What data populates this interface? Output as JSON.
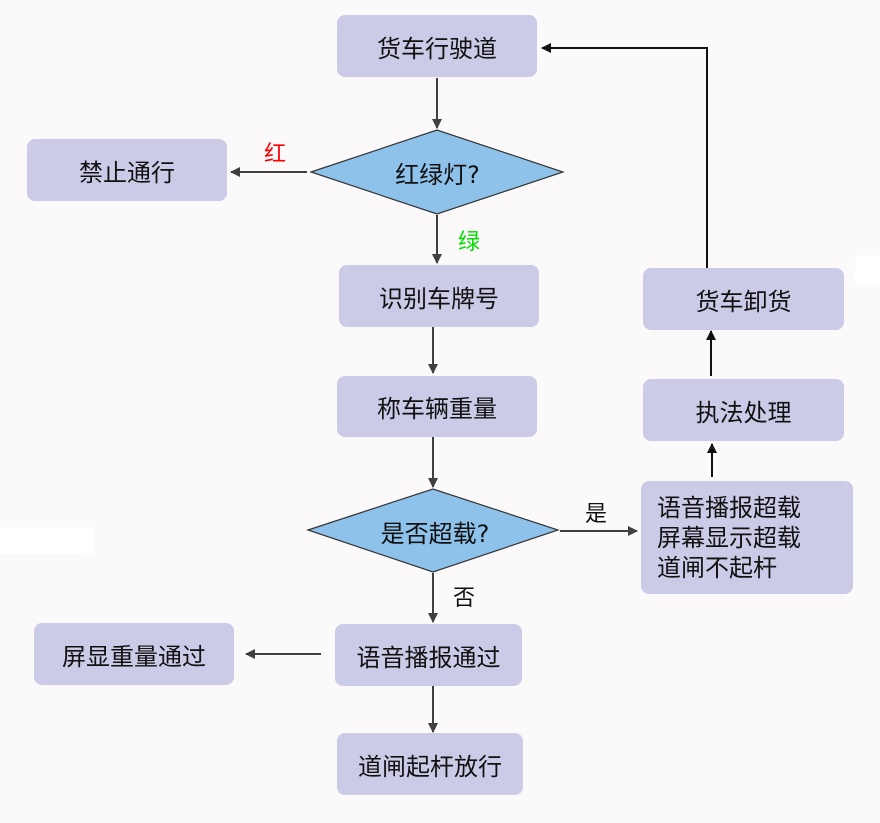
{
  "diagram": {
    "nodes": {
      "truck_driving": "货车行驶道",
      "traffic_light": "红绿灯?",
      "no_pass": "禁止通行",
      "recognize_plate": "识别车牌号",
      "weigh_vehicle": "称车辆重量",
      "overload_check": "是否超载?",
      "overload_alert_lines": [
        "语音播报超载",
        "屏幕显示超载",
        "道闸不起杆"
      ],
      "enforcement": "执法处理",
      "unload": "货车卸货",
      "voice_pass": "语音播报通过",
      "screen_weight_pass": "屏显重量通过",
      "gate_open": "道闸起杆放行"
    },
    "edge_labels": {
      "red": "红",
      "green": "绿",
      "yes": "是",
      "no": "否"
    },
    "colors": {
      "box_fill": "#cbcbe8",
      "diamond_fill": "#8fc2ea",
      "red_label": "#ff0000",
      "green_label": "#00dd00",
      "arrow": "#404040"
    }
  }
}
